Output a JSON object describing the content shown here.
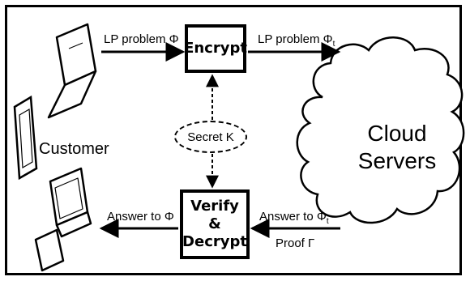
{
  "boxes": {
    "encrypt": "Encrypt",
    "verify_decrypt": "Verify &\nDecrypt"
  },
  "labels": {
    "lp_problem_in": "LP problem Φ",
    "lp_problem_out": "LP problem Φ",
    "customer": "Customer",
    "secret": "Secret K",
    "answer_out": "Answer to Φ",
    "answer_in": "Answer to Φ",
    "proof": "Proof Γ"
  },
  "cloud": {
    "label": "Cloud\nServers"
  },
  "colors": {
    "stroke": "#000000",
    "background": "#ffffff"
  }
}
